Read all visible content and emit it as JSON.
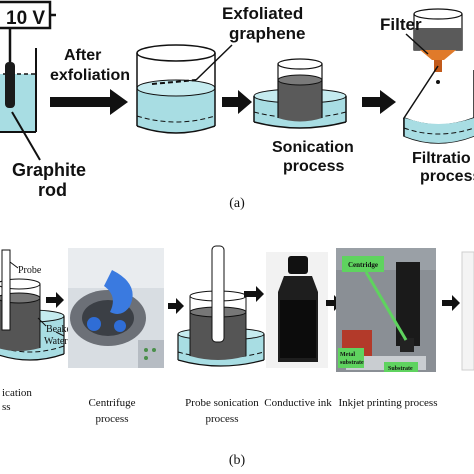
{
  "panel_a": {
    "voltage_label": "10 V",
    "after_exfoliation_line1": "After",
    "after_exfoliation_line2": "exfoliation",
    "exfoliated_graphene_line1": "Exfoliated",
    "exfoliated_graphene_line2": "graphene",
    "filter_label": "Filter",
    "graphite_rod_line1": "Graphite",
    "graphite_rod_line2": "rod",
    "sonication_line1": "Sonication",
    "sonication_line2": "process",
    "filtration_line1": "Filtratio",
    "filtration_line2": "process",
    "caption": "(a)"
  },
  "panel_b": {
    "probe_label": "Probe",
    "beaker_label": "Beaker",
    "water_label": "Water",
    "step1_line1": "ication",
    "step1_line2": "ss",
    "centrifuge_line1": "Centrifuge",
    "centrifuge_line2": "process",
    "probe_sonication_line1": "Probe sonication",
    "probe_sonication_line2": "process",
    "conductive_ink": "Conductive ink",
    "photo_centridge": "Centridge",
    "photo_metal_line1": "Metal",
    "photo_metal_line2": "substrate",
    "photo_substrate": "Substrate",
    "inkjet": "Inkjet printing process",
    "caption": "(b)"
  },
  "colors": {
    "water": "#a8dde3",
    "water_dark": "#7ccbd4",
    "ink": "#2a2a2a",
    "label_green": "#5fd35f"
  }
}
